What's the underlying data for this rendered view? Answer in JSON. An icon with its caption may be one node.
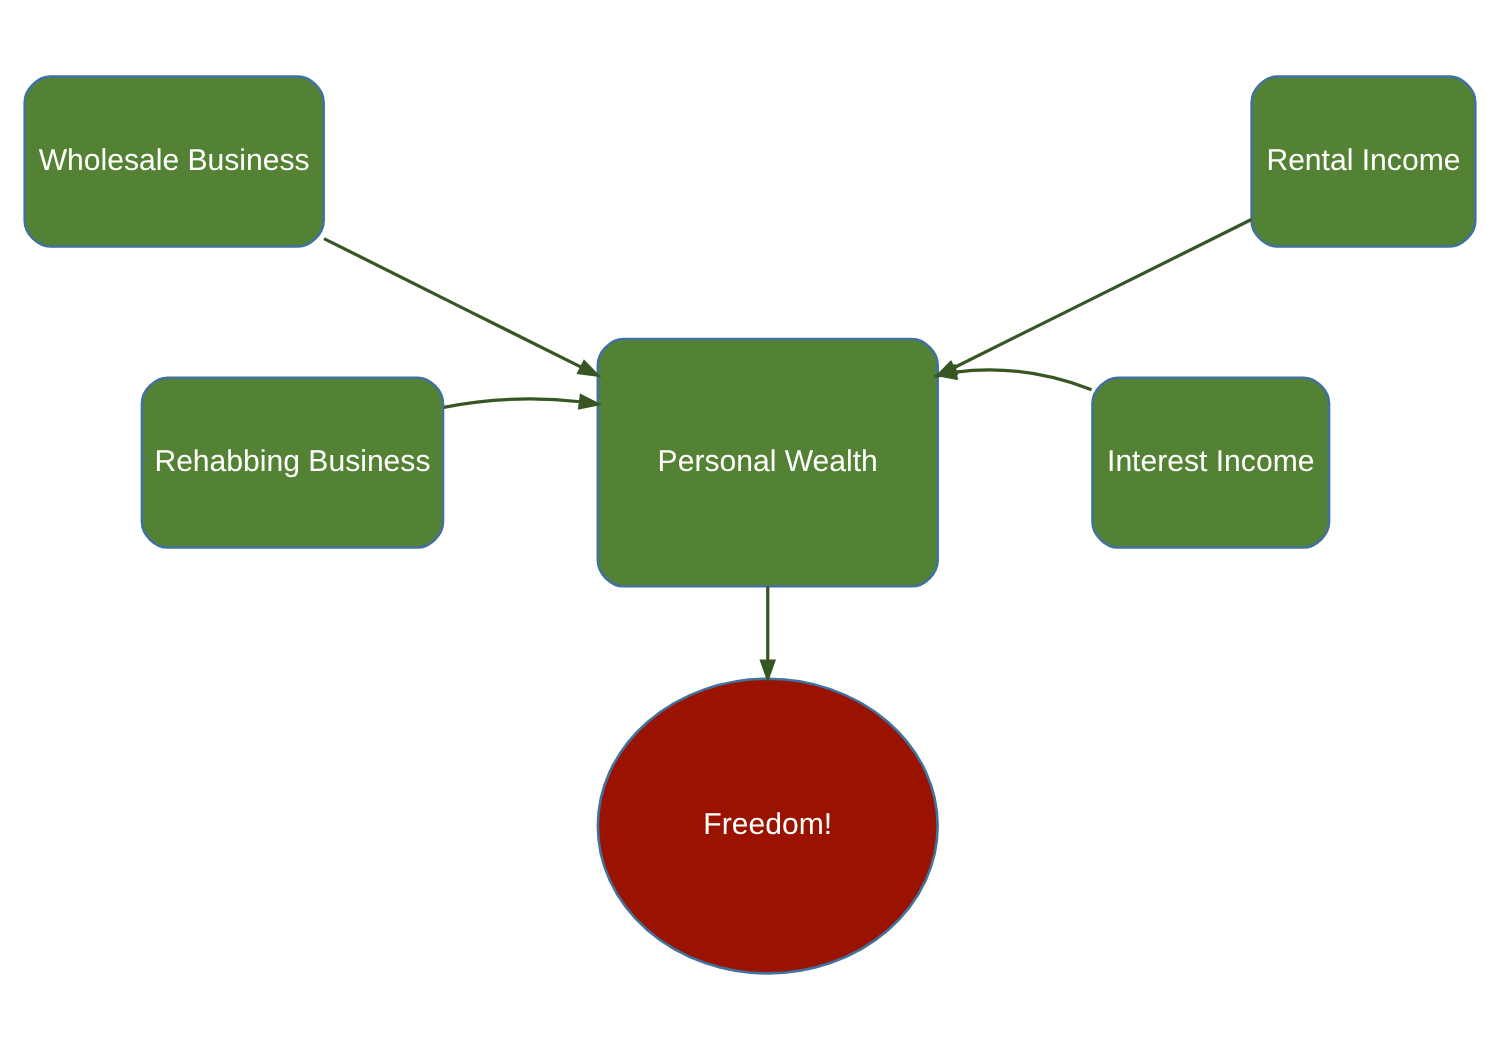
{
  "diagram": {
    "nodes": [
      {
        "text": [
          "Wholesale Business"
        ]
      },
      {
        "text": [
          "Rental Income"
        ]
      },
      {
        "text": [
          "Rehabbing Business"
        ]
      },
      {
        "text": [
          "Personal Wealth"
        ]
      },
      {
        "text": [
          "Interest Income"
        ]
      },
      {
        "text": [
          "Freedom!"
        ]
      }
    ],
    "edges": [
      {
        "from": 0,
        "to": 3,
        "arrow": "to"
      },
      {
        "from": 1,
        "to": 3,
        "arrow": "to"
      },
      {
        "from": 2,
        "to": 3,
        "arrow": "to"
      },
      {
        "from": 4,
        "to": 3,
        "arrow": "to"
      },
      {
        "from": 3,
        "to": 5,
        "arrow": "to"
      }
    ]
  }
}
